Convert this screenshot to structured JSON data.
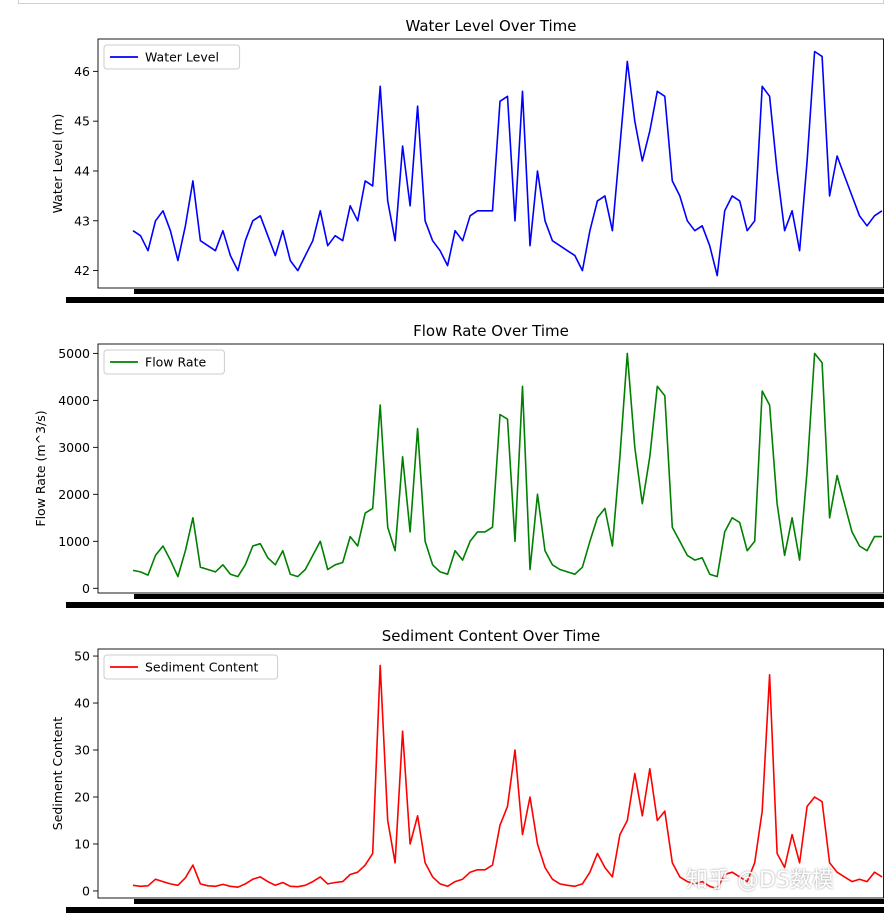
{
  "chart_data": [
    {
      "type": "line",
      "title": "Water Level Over Time",
      "xlabel": "",
      "ylabel": "Water Level (m)",
      "yticks": [
        42,
        43,
        44,
        45,
        46
      ],
      "ylim": [
        41.65,
        46.65
      ],
      "legend_position": "upper-left",
      "grid": false,
      "series": [
        {
          "name": "Water Level",
          "color": "#0000ff",
          "x": [
            0,
            1,
            2,
            3,
            4,
            5,
            6,
            7,
            8,
            9,
            10,
            11,
            12,
            13,
            14,
            15,
            16,
            17,
            18,
            19,
            20,
            21,
            22,
            23,
            24,
            25,
            26,
            27,
            28,
            29,
            30,
            31,
            32,
            33,
            34,
            35,
            36,
            37,
            38,
            39,
            40,
            41,
            42,
            43,
            44,
            45,
            46,
            47,
            48,
            49,
            50,
            51,
            52,
            53,
            54,
            55,
            56,
            57,
            58,
            59,
            60,
            61,
            62,
            63,
            64,
            65,
            66,
            67,
            68,
            69,
            70,
            71,
            72,
            73,
            74,
            75,
            76,
            77,
            78,
            79,
            80,
            81,
            82,
            83,
            84,
            85,
            86,
            87,
            88,
            89,
            90,
            91,
            92,
            93,
            94,
            95,
            96,
            97,
            98,
            99,
            100
          ],
          "values": [
            42.8,
            42.7,
            42.4,
            43.0,
            43.2,
            42.8,
            42.2,
            42.9,
            43.8,
            42.6,
            42.5,
            42.4,
            42.8,
            42.3,
            42.0,
            42.6,
            43.0,
            43.1,
            42.7,
            42.3,
            42.8,
            42.2,
            42.0,
            42.3,
            42.6,
            43.2,
            42.5,
            42.7,
            42.6,
            43.3,
            43.0,
            43.8,
            43.7,
            45.7,
            43.4,
            42.6,
            44.5,
            43.3,
            45.3,
            43.0,
            42.6,
            42.4,
            42.1,
            42.8,
            42.6,
            43.1,
            43.2,
            43.2,
            43.2,
            45.4,
            45.5,
            43.0,
            45.6,
            42.5,
            44.0,
            43.0,
            42.6,
            42.5,
            42.4,
            42.3,
            42.0,
            42.8,
            43.4,
            43.5,
            42.8,
            44.5,
            46.2,
            45.0,
            44.2,
            44.8,
            45.6,
            45.5,
            43.8,
            43.5,
            43.0,
            42.8,
            42.9,
            42.5,
            41.9,
            43.2,
            43.5,
            43.4,
            42.8,
            43.0,
            45.7,
            45.5,
            44.0,
            42.8,
            43.2,
            42.4,
            44.2,
            46.4,
            46.3,
            43.5,
            44.3,
            43.9,
            43.5,
            43.1,
            42.9,
            43.1,
            43.2
          ]
        }
      ]
    },
    {
      "type": "line",
      "title": "Flow Rate Over Time",
      "xlabel": "",
      "ylabel": "Flow Rate (m^3/s)",
      "yticks": [
        0,
        1000,
        2000,
        3000,
        4000,
        5000
      ],
      "ylim": [
        -100,
        5200
      ],
      "legend_position": "upper-left",
      "grid": false,
      "series": [
        {
          "name": "Flow Rate",
          "color": "#008000",
          "x": [
            0,
            1,
            2,
            3,
            4,
            5,
            6,
            7,
            8,
            9,
            10,
            11,
            12,
            13,
            14,
            15,
            16,
            17,
            18,
            19,
            20,
            21,
            22,
            23,
            24,
            25,
            26,
            27,
            28,
            29,
            30,
            31,
            32,
            33,
            34,
            35,
            36,
            37,
            38,
            39,
            40,
            41,
            42,
            43,
            44,
            45,
            46,
            47,
            48,
            49,
            50,
            51,
            52,
            53,
            54,
            55,
            56,
            57,
            58,
            59,
            60,
            61,
            62,
            63,
            64,
            65,
            66,
            67,
            68,
            69,
            70,
            71,
            72,
            73,
            74,
            75,
            76,
            77,
            78,
            79,
            80,
            81,
            82,
            83,
            84,
            85,
            86,
            87,
            88,
            89,
            90,
            91,
            92,
            93,
            94,
            95,
            96,
            97,
            98,
            99,
            100
          ],
          "values": [
            380,
            350,
            280,
            700,
            900,
            600,
            250,
            800,
            1500,
            450,
            400,
            350,
            500,
            300,
            250,
            500,
            900,
            950,
            650,
            500,
            800,
            300,
            250,
            400,
            700,
            1000,
            400,
            500,
            550,
            1100,
            900,
            1600,
            1700,
            3900,
            1300,
            800,
            2800,
            1200,
            3400,
            1000,
            500,
            350,
            300,
            800,
            600,
            1000,
            1200,
            1200,
            1300,
            3700,
            3600,
            1000,
            4300,
            400,
            2000,
            800,
            500,
            400,
            350,
            300,
            450,
            1000,
            1500,
            1700,
            900,
            2800,
            5000,
            3000,
            1800,
            2800,
            4300,
            4100,
            1300,
            1000,
            700,
            600,
            650,
            300,
            250,
            1200,
            1500,
            1400,
            800,
            1000,
            4200,
            3900,
            1800,
            700,
            1500,
            600,
            2500,
            5000,
            4800,
            1500,
            2400,
            1800,
            1200,
            900,
            800,
            1100,
            1100
          ]
        }
      ]
    },
    {
      "type": "line",
      "title": "Sediment Content Over Time",
      "xlabel": "",
      "ylabel": "Sediment Content",
      "yticks": [
        0,
        10,
        20,
        30,
        40,
        50
      ],
      "ylim": [
        -1.5,
        51.5
      ],
      "legend_position": "upper-left",
      "grid": false,
      "series": [
        {
          "name": "Sediment Content",
          "color": "#ff0000",
          "x": [
            0,
            1,
            2,
            3,
            4,
            5,
            6,
            7,
            8,
            9,
            10,
            11,
            12,
            13,
            14,
            15,
            16,
            17,
            18,
            19,
            20,
            21,
            22,
            23,
            24,
            25,
            26,
            27,
            28,
            29,
            30,
            31,
            32,
            33,
            34,
            35,
            36,
            37,
            38,
            39,
            40,
            41,
            42,
            43,
            44,
            45,
            46,
            47,
            48,
            49,
            50,
            51,
            52,
            53,
            54,
            55,
            56,
            57,
            58,
            59,
            60,
            61,
            62,
            63,
            64,
            65,
            66,
            67,
            68,
            69,
            70,
            71,
            72,
            73,
            74,
            75,
            76,
            77,
            78,
            79,
            80,
            81,
            82,
            83,
            84,
            85,
            86,
            87,
            88,
            89,
            90,
            91,
            92,
            93,
            94,
            95,
            96,
            97,
            98,
            99,
            100
          ],
          "values": [
            1.2,
            1.0,
            1.1,
            2.5,
            2.0,
            1.5,
            1.2,
            2.8,
            5.5,
            1.5,
            1.1,
            1.0,
            1.4,
            1.0,
            0.8,
            1.5,
            2.5,
            3.0,
            2.0,
            1.2,
            1.8,
            1.0,
            0.9,
            1.2,
            2.0,
            3.0,
            1.5,
            1.8,
            2.0,
            3.5,
            4.0,
            5.5,
            8.0,
            48.0,
            15.0,
            6.0,
            34.0,
            10.0,
            16.0,
            6.0,
            3.0,
            1.5,
            1.0,
            2.0,
            2.5,
            4.0,
            4.5,
            4.5,
            5.5,
            14.0,
            18.0,
            30.0,
            12.0,
            20.0,
            10.0,
            5.0,
            2.5,
            1.5,
            1.2,
            1.0,
            1.5,
            4.0,
            8.0,
            5.0,
            3.0,
            12.0,
            15.0,
            25.0,
            16.0,
            26.0,
            15.0,
            17.0,
            6.0,
            3.0,
            2.0,
            1.5,
            2.0,
            1.0,
            0.5,
            3.5,
            4.0,
            3.0,
            2.0,
            6.0,
            17.0,
            46.0,
            8.0,
            5.0,
            12.0,
            6.0,
            18.0,
            20.0,
            19.0,
            6.0,
            4.0,
            3.0,
            2.0,
            2.5,
            2.0,
            4.0,
            3.0
          ]
        }
      ]
    }
  ],
  "watermark": "知乎 @DS数模"
}
